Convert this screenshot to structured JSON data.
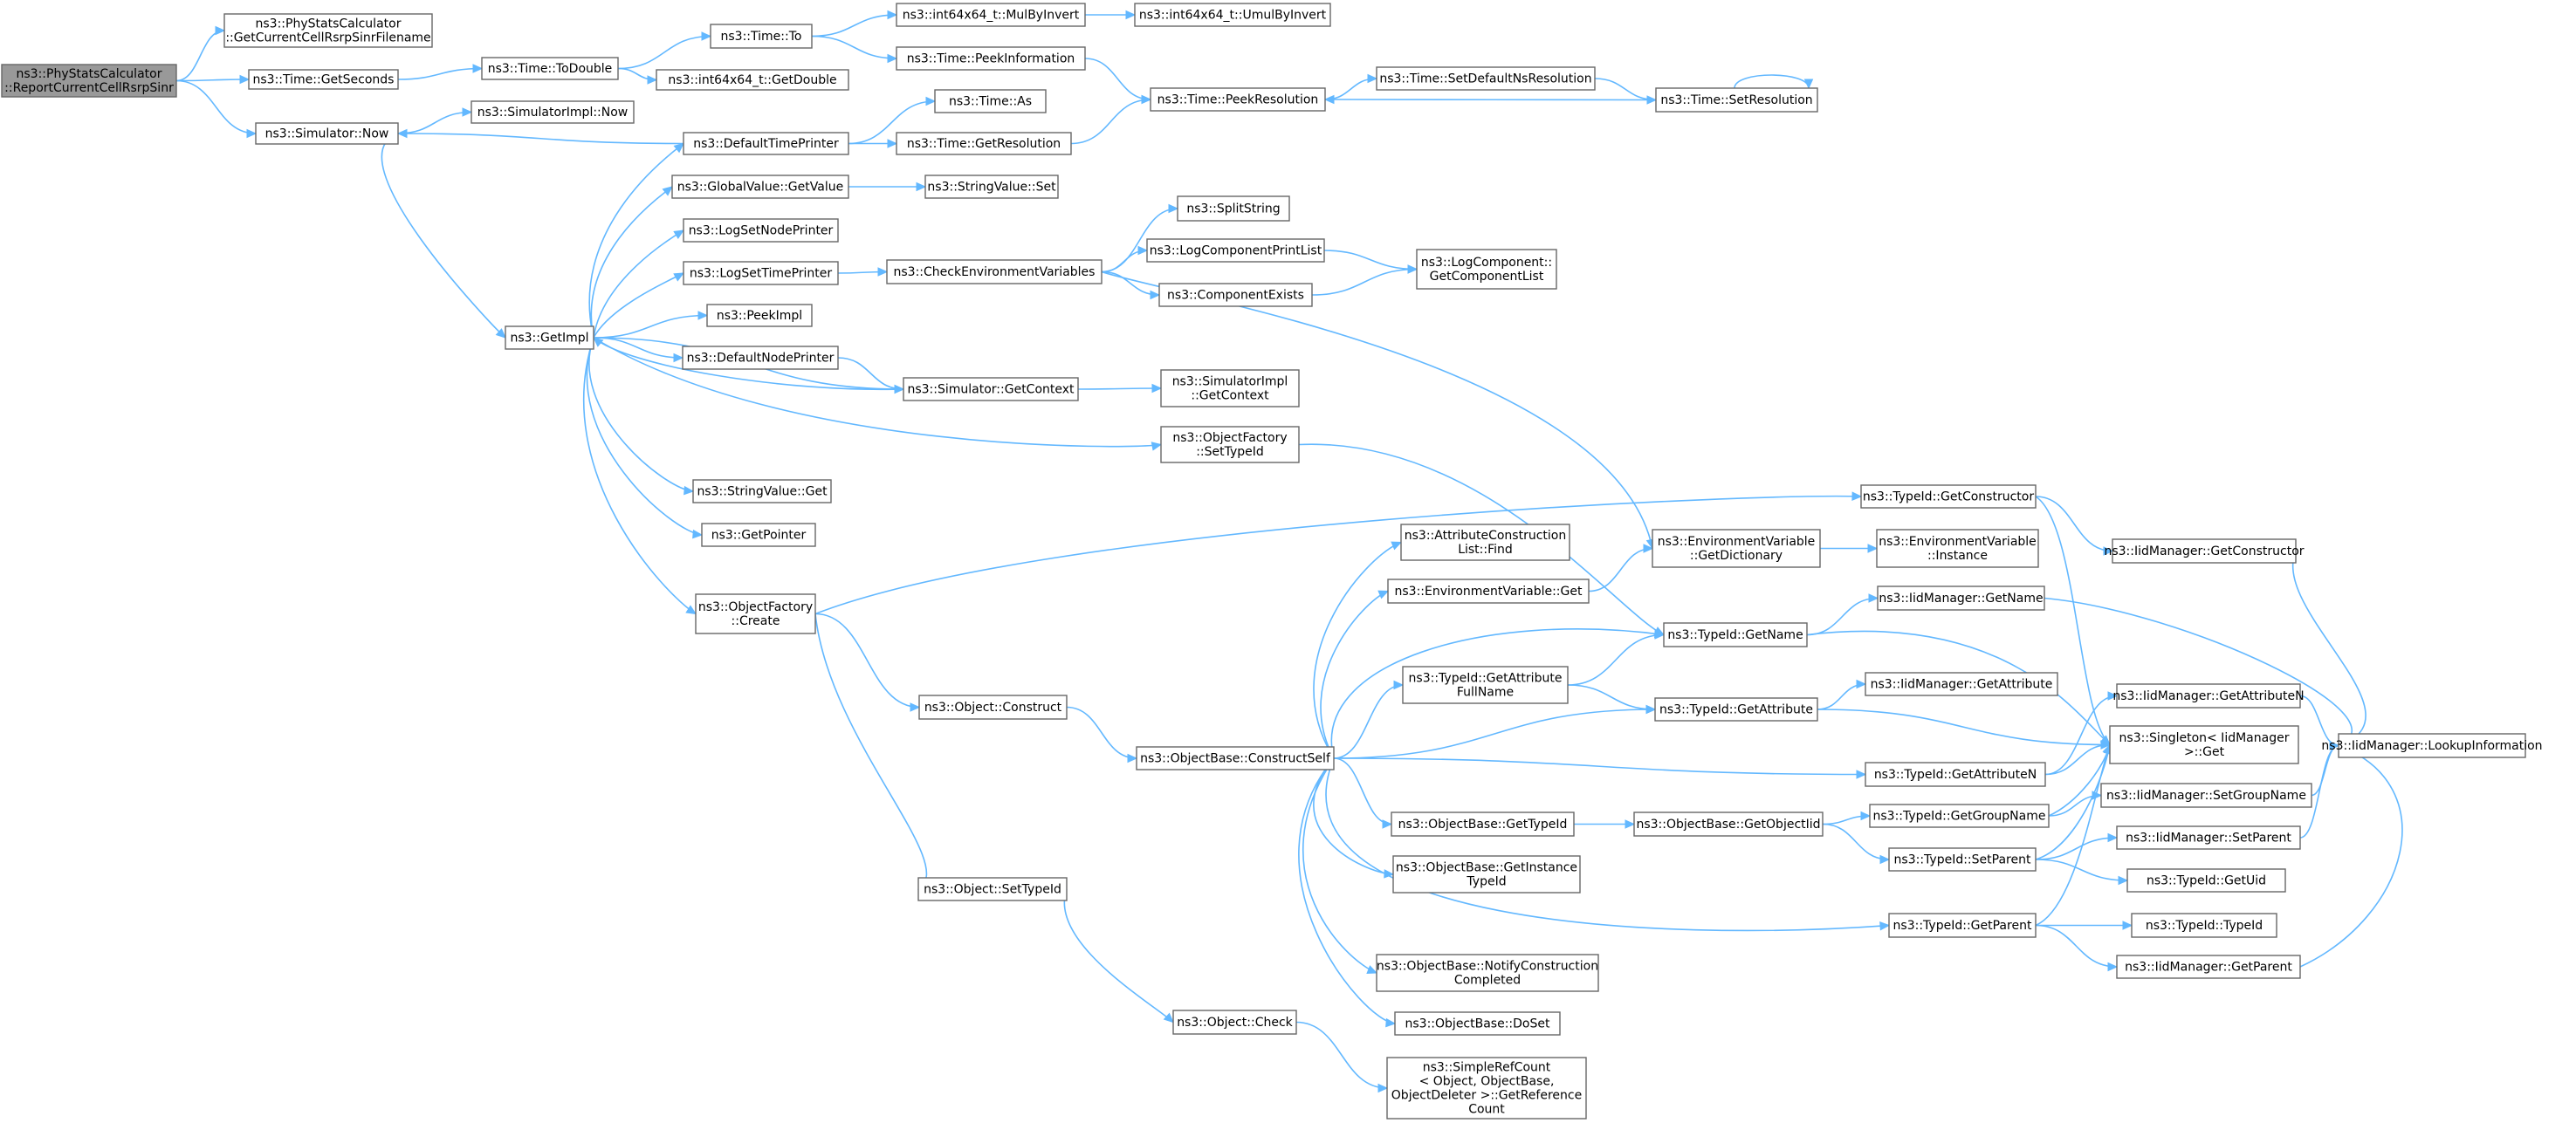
{
  "graph": {
    "colors": {
      "edge": "#63b8ff",
      "node_border": "#666666",
      "root_fill": "#999999",
      "node_fill": "#ffffff"
    },
    "nodes": [
      {
        "id": "root",
        "lines": [
          "ns3::PhyStatsCalculator",
          "::ReportCurrentCellRsrpSinr"
        ],
        "root": true
      },
      {
        "id": "getFilename",
        "lines": [
          "ns3::PhyStatsCalculator",
          "::GetCurrentCellRsrpSinrFilename"
        ]
      },
      {
        "id": "getSeconds",
        "lines": [
          "ns3::Time::GetSeconds"
        ]
      },
      {
        "id": "simNow",
        "lines": [
          "ns3::Simulator::Now"
        ]
      },
      {
        "id": "toDouble",
        "lines": [
          "ns3::Time::ToDouble"
        ]
      },
      {
        "id": "timeTo",
        "lines": [
          "ns3::Time::To"
        ]
      },
      {
        "id": "mulByInvert",
        "lines": [
          "ns3::int64x64_t::MulByInvert"
        ]
      },
      {
        "id": "umulByInvert",
        "lines": [
          "ns3::int64x64_t::UmulByInvert"
        ]
      },
      {
        "id": "peekInformation",
        "lines": [
          "ns3::Time::PeekInformation"
        ]
      },
      {
        "id": "int64GetDouble",
        "lines": [
          "ns3::int64x64_t::GetDouble"
        ]
      },
      {
        "id": "simImplNow",
        "lines": [
          "ns3::SimulatorImpl::Now"
        ]
      },
      {
        "id": "timeAs",
        "lines": [
          "ns3::Time::As"
        ]
      },
      {
        "id": "defaultTimePrinter",
        "lines": [
          "ns3::DefaultTimePrinter"
        ]
      },
      {
        "id": "getResolution",
        "lines": [
          "ns3::Time::GetResolution"
        ]
      },
      {
        "id": "peekResolution",
        "lines": [
          "ns3::Time::PeekResolution"
        ]
      },
      {
        "id": "setDefaultNsResolution",
        "lines": [
          "ns3::Time::SetDefaultNsResolution"
        ]
      },
      {
        "id": "setResolution",
        "lines": [
          "ns3::Time::SetResolution"
        ]
      },
      {
        "id": "globalValueGetValue",
        "lines": [
          "ns3::GlobalValue::GetValue"
        ]
      },
      {
        "id": "stringValueSet",
        "lines": [
          "ns3::StringValue::Set"
        ]
      },
      {
        "id": "logSetNodePrinter",
        "lines": [
          "ns3::LogSetNodePrinter"
        ]
      },
      {
        "id": "splitString",
        "lines": [
          "ns3::SplitString"
        ]
      },
      {
        "id": "logComponentPrintList",
        "lines": [
          "ns3::LogComponentPrintList"
        ]
      },
      {
        "id": "logComponentGetList",
        "lines": [
          "ns3::LogComponent::",
          "GetComponentList"
        ]
      },
      {
        "id": "logSetTimePrinter",
        "lines": [
          "ns3::LogSetTimePrinter"
        ]
      },
      {
        "id": "checkEnvVars",
        "lines": [
          "ns3::CheckEnvironmentVariables"
        ]
      },
      {
        "id": "componentExists",
        "lines": [
          "ns3::ComponentExists"
        ]
      },
      {
        "id": "peekImpl",
        "lines": [
          "ns3::PeekImpl"
        ]
      },
      {
        "id": "getImpl",
        "lines": [
          "ns3::GetImpl"
        ]
      },
      {
        "id": "defaultNodePrinter",
        "lines": [
          "ns3::DefaultNodePrinter"
        ]
      },
      {
        "id": "simGetContext",
        "lines": [
          "ns3::Simulator::GetContext"
        ]
      },
      {
        "id": "simImplGetContext",
        "lines": [
          "ns3::SimulatorImpl",
          "::GetContext"
        ]
      },
      {
        "id": "objFactorySetTypeId",
        "lines": [
          "ns3::ObjectFactory",
          "::SetTypeId"
        ]
      },
      {
        "id": "stringValueGet",
        "lines": [
          "ns3::StringValue::Get"
        ]
      },
      {
        "id": "getPointer",
        "lines": [
          "ns3::GetPointer"
        ]
      },
      {
        "id": "typeIdGetConstructor",
        "lines": [
          "ns3::TypeId::GetConstructor"
        ]
      },
      {
        "id": "iidGetConstructor",
        "lines": [
          "ns3::IidManager::GetConstructor"
        ]
      },
      {
        "id": "attrConstructionListFind",
        "lines": [
          "ns3::AttributeConstruction",
          "List::Find"
        ]
      },
      {
        "id": "envVarGetDictionary",
        "lines": [
          "ns3::EnvironmentVariable",
          "::GetDictionary"
        ]
      },
      {
        "id": "envVarInstance",
        "lines": [
          "ns3::EnvironmentVariable",
          "::Instance"
        ]
      },
      {
        "id": "envVarGet",
        "lines": [
          "ns3::EnvironmentVariable::Get"
        ]
      },
      {
        "id": "objFactoryCreate",
        "lines": [
          "ns3::ObjectFactory",
          "::Create"
        ]
      },
      {
        "id": "iidGetName",
        "lines": [
          "ns3::IidManager::GetName"
        ]
      },
      {
        "id": "typeIdGetName",
        "lines": [
          "ns3::TypeId::GetName"
        ]
      },
      {
        "id": "typeIdGetAttrFullName",
        "lines": [
          "ns3::TypeId::GetAttribute",
          "FullName"
        ]
      },
      {
        "id": "iidGetAttribute",
        "lines": [
          "ns3::IidManager::GetAttribute"
        ]
      },
      {
        "id": "objectConstruct",
        "lines": [
          "ns3::Object::Construct"
        ]
      },
      {
        "id": "typeIdGetAttribute",
        "lines": [
          "ns3::TypeId::GetAttribute"
        ]
      },
      {
        "id": "iidGetAttributeN",
        "lines": [
          "ns3::IidManager::GetAttributeN"
        ]
      },
      {
        "id": "singletonGet",
        "lines": [
          "ns3::Singleton< IidManager",
          " >::Get"
        ]
      },
      {
        "id": "iidLookupInformation",
        "lines": [
          "ns3::IidManager::LookupInformation"
        ]
      },
      {
        "id": "objBaseConstructSelf",
        "lines": [
          "ns3::ObjectBase::ConstructSelf"
        ]
      },
      {
        "id": "typeIdGetAttributeN",
        "lines": [
          "ns3::TypeId::GetAttributeN"
        ]
      },
      {
        "id": "objBaseGetTypeId",
        "lines": [
          "ns3::ObjectBase::GetTypeId"
        ]
      },
      {
        "id": "objBaseGetObjectIid",
        "lines": [
          "ns3::ObjectBase::GetObjectIid"
        ]
      },
      {
        "id": "typeIdGetGroupName",
        "lines": [
          "ns3::TypeId::GetGroupName"
        ]
      },
      {
        "id": "iidSetGroupName",
        "lines": [
          "ns3::IidManager::SetGroupName"
        ]
      },
      {
        "id": "typeIdSetParent",
        "lines": [
          "ns3::TypeId::SetParent"
        ]
      },
      {
        "id": "iidSetParent",
        "lines": [
          "ns3::IidManager::SetParent"
        ]
      },
      {
        "id": "objBaseGetInstanceTypeId",
        "lines": [
          "ns3::ObjectBase::GetInstance",
          "TypeId"
        ]
      },
      {
        "id": "typeIdGetUid",
        "lines": [
          "ns3::TypeId::GetUid"
        ]
      },
      {
        "id": "objectSetTypeId",
        "lines": [
          "ns3::Object::SetTypeId"
        ]
      },
      {
        "id": "typeIdGetParent",
        "lines": [
          "ns3::TypeId::GetParent"
        ]
      },
      {
        "id": "typeIdTypeId",
        "lines": [
          "ns3::TypeId::TypeId"
        ]
      },
      {
        "id": "objBaseNotifyConstructionCompleted",
        "lines": [
          "ns3::ObjectBase::NotifyConstruction",
          "Completed"
        ]
      },
      {
        "id": "iidGetParent",
        "lines": [
          "ns3::IidManager::GetParent"
        ]
      },
      {
        "id": "objectCheck",
        "lines": [
          "ns3::Object::Check"
        ]
      },
      {
        "id": "objBaseDoSet",
        "lines": [
          "ns3::ObjectBase::DoSet"
        ]
      },
      {
        "id": "simpleRefCountGetRefCount",
        "lines": [
          "ns3::SimpleRefCount",
          "< Object, ObjectBase,",
          " ObjectDeleter >::GetReference",
          "Count"
        ]
      }
    ],
    "edges": [
      [
        "root",
        "getFilename"
      ],
      [
        "root",
        "getSeconds"
      ],
      [
        "root",
        "simNow"
      ],
      [
        "getSeconds",
        "toDouble"
      ],
      [
        "toDouble",
        "timeTo"
      ],
      [
        "toDouble",
        "int64GetDouble"
      ],
      [
        "timeTo",
        "mulByInvert"
      ],
      [
        "timeTo",
        "peekInformation"
      ],
      [
        "mulByInvert",
        "umulByInvert"
      ],
      [
        "peekInformation",
        "peekResolution"
      ],
      [
        "simNow",
        "simImplNow"
      ],
      [
        "simNow",
        "getImpl"
      ],
      [
        "defaultTimePrinter",
        "simNow"
      ],
      [
        "defaultTimePrinter",
        "timeAs"
      ],
      [
        "defaultTimePrinter",
        "getResolution"
      ],
      [
        "getResolution",
        "peekResolution"
      ],
      [
        "peekResolution",
        "setDefaultNsResolution"
      ],
      [
        "setDefaultNsResolution",
        "setResolution"
      ],
      [
        "setResolution",
        "peekResolution"
      ],
      [
        "setResolution",
        "setResolution"
      ],
      [
        "globalValueGetValue",
        "stringValueSet"
      ],
      [
        "getImpl",
        "defaultTimePrinter"
      ],
      [
        "getImpl",
        "globalValueGetValue"
      ],
      [
        "getImpl",
        "logSetNodePrinter"
      ],
      [
        "getImpl",
        "logSetTimePrinter"
      ],
      [
        "getImpl",
        "peekImpl"
      ],
      [
        "getImpl",
        "defaultNodePrinter"
      ],
      [
        "getImpl",
        "simGetContext"
      ],
      [
        "getImpl",
        "objFactorySetTypeId"
      ],
      [
        "getImpl",
        "stringValueGet"
      ],
      [
        "getImpl",
        "getPointer"
      ],
      [
        "getImpl",
        "objFactoryCreate"
      ],
      [
        "logSetTimePrinter",
        "checkEnvVars"
      ],
      [
        "checkEnvVars",
        "splitString"
      ],
      [
        "checkEnvVars",
        "logComponentPrintList"
      ],
      [
        "checkEnvVars",
        "componentExists"
      ],
      [
        "checkEnvVars",
        "envVarGetDictionary"
      ],
      [
        "logComponentPrintList",
        "logComponentGetList"
      ],
      [
        "componentExists",
        "logComponentGetList"
      ],
      [
        "defaultNodePrinter",
        "simGetContext"
      ],
      [
        "simGetContext",
        "getImpl"
      ],
      [
        "simGetContext",
        "simImplGetContext"
      ],
      [
        "objFactorySetTypeId",
        "typeIdGetName"
      ],
      [
        "objFactoryCreate",
        "typeIdGetConstructor"
      ],
      [
        "objFactoryCreate",
        "objectConstruct"
      ],
      [
        "objFactoryCreate",
        "objectSetTypeId"
      ],
      [
        "typeIdGetConstructor",
        "iidGetConstructor"
      ],
      [
        "typeIdGetConstructor",
        "singletonGet"
      ],
      [
        "iidGetConstructor",
        "iidLookupInformation"
      ],
      [
        "envVarGetDictionary",
        "envVarInstance"
      ],
      [
        "envVarGet",
        "envVarGetDictionary"
      ],
      [
        "objectConstruct",
        "objBaseConstructSelf"
      ],
      [
        "objBaseConstructSelf",
        "attrConstructionListFind"
      ],
      [
        "objBaseConstructSelf",
        "envVarGet"
      ],
      [
        "objBaseConstructSelf",
        "typeIdGetName"
      ],
      [
        "objBaseConstructSelf",
        "typeIdGetAttrFullName"
      ],
      [
        "objBaseConstructSelf",
        "typeIdGetAttribute"
      ],
      [
        "objBaseConstructSelf",
        "typeIdGetAttributeN"
      ],
      [
        "objBaseConstructSelf",
        "objBaseGetTypeId"
      ],
      [
        "objBaseConstructSelf",
        "objBaseGetInstanceTypeId"
      ],
      [
        "objBaseConstructSelf",
        "typeIdGetParent"
      ],
      [
        "objBaseConstructSelf",
        "objBaseNotifyConstructionCompleted"
      ],
      [
        "objBaseConstructSelf",
        "objBaseDoSet"
      ],
      [
        "typeIdGetAttrFullName",
        "typeIdGetName"
      ],
      [
        "typeIdGetAttrFullName",
        "typeIdGetAttribute"
      ],
      [
        "typeIdGetName",
        "iidGetName"
      ],
      [
        "typeIdGetName",
        "singletonGet"
      ],
      [
        "iidGetName",
        "iidLookupInformation"
      ],
      [
        "typeIdGetAttribute",
        "iidGetAttribute"
      ],
      [
        "typeIdGetAttribute",
        "singletonGet"
      ],
      [
        "iidGetAttributeN",
        "iidLookupInformation"
      ],
      [
        "typeIdGetAttributeN",
        "iidGetAttributeN"
      ],
      [
        "typeIdGetAttributeN",
        "singletonGet"
      ],
      [
        "objBaseGetTypeId",
        "objBaseGetObjectIid"
      ],
      [
        "objBaseGetObjectIid",
        "typeIdGetGroupName"
      ],
      [
        "objBaseGetObjectIid",
        "typeIdSetParent"
      ],
      [
        "typeIdGetGroupName",
        "singletonGet"
      ],
      [
        "typeIdGetGroupName",
        "iidSetGroupName"
      ],
      [
        "iidSetGroupName",
        "iidLookupInformation"
      ],
      [
        "typeIdSetParent",
        "iidSetParent"
      ],
      [
        "typeIdSetParent",
        "singletonGet"
      ],
      [
        "typeIdSetParent",
        "typeIdGetUid"
      ],
      [
        "iidSetParent",
        "iidLookupInformation"
      ],
      [
        "typeIdGetParent",
        "singletonGet"
      ],
      [
        "typeIdGetParent",
        "typeIdTypeId"
      ],
      [
        "typeIdGetParent",
        "iidGetParent"
      ],
      [
        "iidGetParent",
        "iidLookupInformation"
      ],
      [
        "objectSetTypeId",
        "objectCheck"
      ],
      [
        "objectCheck",
        "simpleRefCountGetRefCount"
      ]
    ]
  }
}
